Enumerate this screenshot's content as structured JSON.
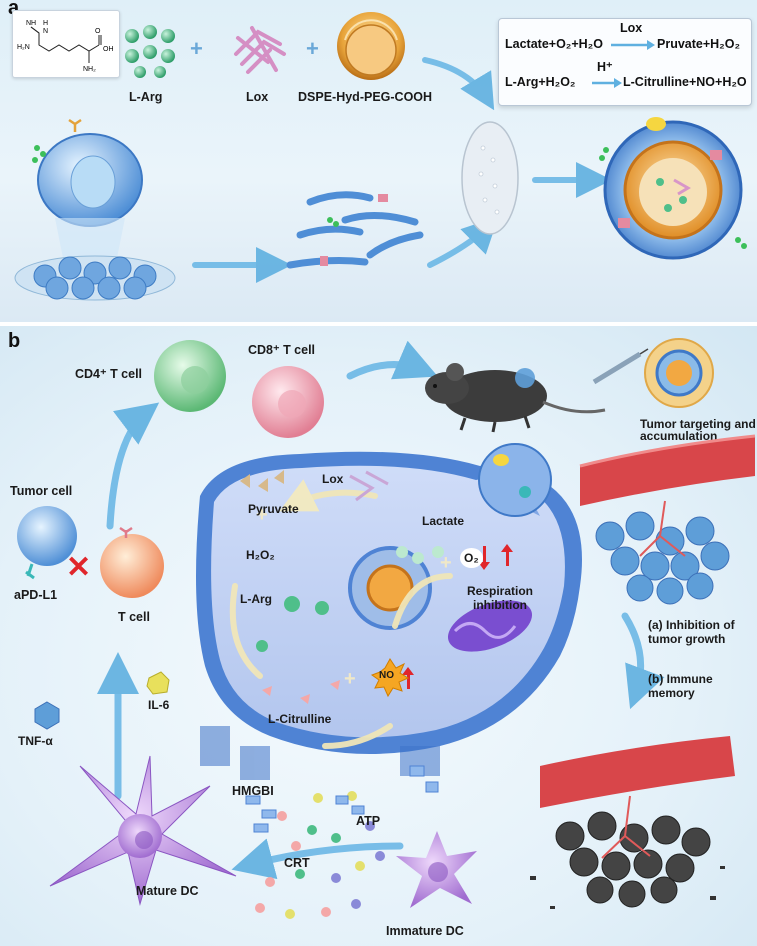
{
  "panel_a": {
    "letter": "a",
    "labels": {
      "l_arg": "L-Arg",
      "lox": "Lox",
      "liposome": "DSPE-Hyd-PEG-COOH"
    },
    "structure": {
      "nh": "NH",
      "h": "H",
      "n": "N",
      "h2n": "H₂N",
      "oh": "OH",
      "nh2": "NH₂",
      "o": "O"
    },
    "reactions": {
      "r1_left": "Lactate+O₂+H₂O",
      "r1_cat": "Lox",
      "r1_right": "Pruvate+H₂O₂",
      "r2_left": "L-Arg+H₂O₂",
      "r2_cat": "H⁺",
      "r2_right": "L-Citrulline+NO+H₂O"
    }
  },
  "panel_b": {
    "letter": "b",
    "labels": {
      "cd4": "CD4⁺ T cell",
      "cd8": "CD8⁺ T cell",
      "tumor_targeting": "Tumor targeting and accumulation",
      "tumor_cell": "Tumor cell",
      "apdl1": "aPD-L1",
      "t_cell": "T cell",
      "pyruvate": "Pyruvate",
      "lox": "Lox",
      "lactate": "Lactate",
      "h2o2": "H₂O₂",
      "o2": "O₂",
      "l_arg": "L-Arg",
      "respiration": "Respiration inhibition",
      "inhibition": "(a) Inhibition of tumor growth",
      "immune": "(b) Immune memory",
      "l_citrulline": "L-Citrulline",
      "no": "NO",
      "tnf": "TNF-α",
      "il6": "IL-6",
      "hmgbi": "HMGBI",
      "atp": "ATP",
      "crt": "CRT",
      "mature_dc": "Mature DC",
      "immature_dc": "Immature DC"
    }
  },
  "colors": {
    "arrow_blue": "#5fb0e0",
    "liposome_orange": "#e8a43a",
    "membrane_blue": "#5b8fd8",
    "lox_pink": "#d896c8",
    "arg_green": "#4fbf8a",
    "red_cross": "#e0262b",
    "vessel_red": "#d8464a",
    "cd4_green": "#8fd3a0",
    "cd8_pink": "#f4a8b4",
    "dc_purple": "#b58ad6"
  }
}
